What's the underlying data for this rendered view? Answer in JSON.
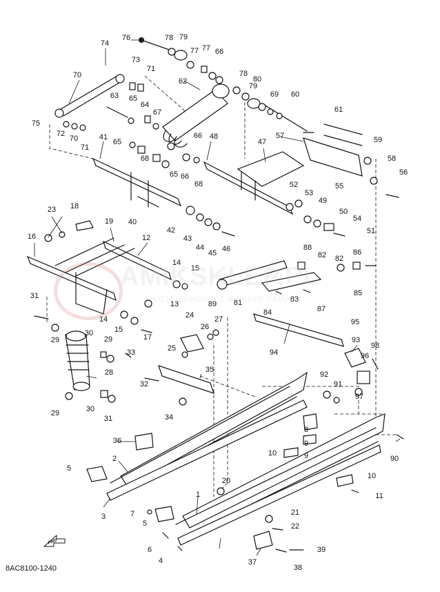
{
  "diagram": {
    "drawing_code": "8AC8100-1240",
    "fwd_label": "FWD",
    "watermark": {
      "brand": "AMIKSKLEP.PL",
      "subtitle": "WOJCIECHOWICZ & SKLEP YAMAHA"
    },
    "callouts": [
      "1",
      "2",
      "3",
      "4",
      "5",
      "5",
      "6",
      "7",
      "8",
      "9",
      "9",
      "10",
      "10",
      "11",
      "12",
      "13",
      "14",
      "14",
      "15",
      "15",
      "16",
      "17",
      "18",
      "19",
      "20",
      "21",
      "22",
      "23",
      "24",
      "25",
      "26",
      "27",
      "28",
      "29",
      "29",
      "29",
      "30",
      "30",
      "31",
      "31",
      "32",
      "33",
      "34",
      "35",
      "36",
      "37",
      "38",
      "39",
      "40",
      "41",
      "42",
      "43",
      "44",
      "45",
      "46",
      "47",
      "48",
      "49",
      "50",
      "51",
      "52",
      "53",
      "54",
      "55",
      "56",
      "57",
      "58",
      "59",
      "60",
      "61",
      "62",
      "63",
      "64",
      "65",
      "65",
      "65",
      "66",
      "66",
      "66",
      "67",
      "68",
      "68",
      "69",
      "70",
      "70",
      "71",
      "71",
      "72",
      "73",
      "74",
      "75",
      "76",
      "77",
      "77",
      "78",
      "78",
      "79",
      "79",
      "80",
      "81",
      "82",
      "82",
      "83",
      "84",
      "85",
      "86",
      "87",
      "88",
      "89",
      "90",
      "91",
      "92",
      "93",
      "94",
      "95",
      "96",
      "97",
      "98"
    ]
  }
}
